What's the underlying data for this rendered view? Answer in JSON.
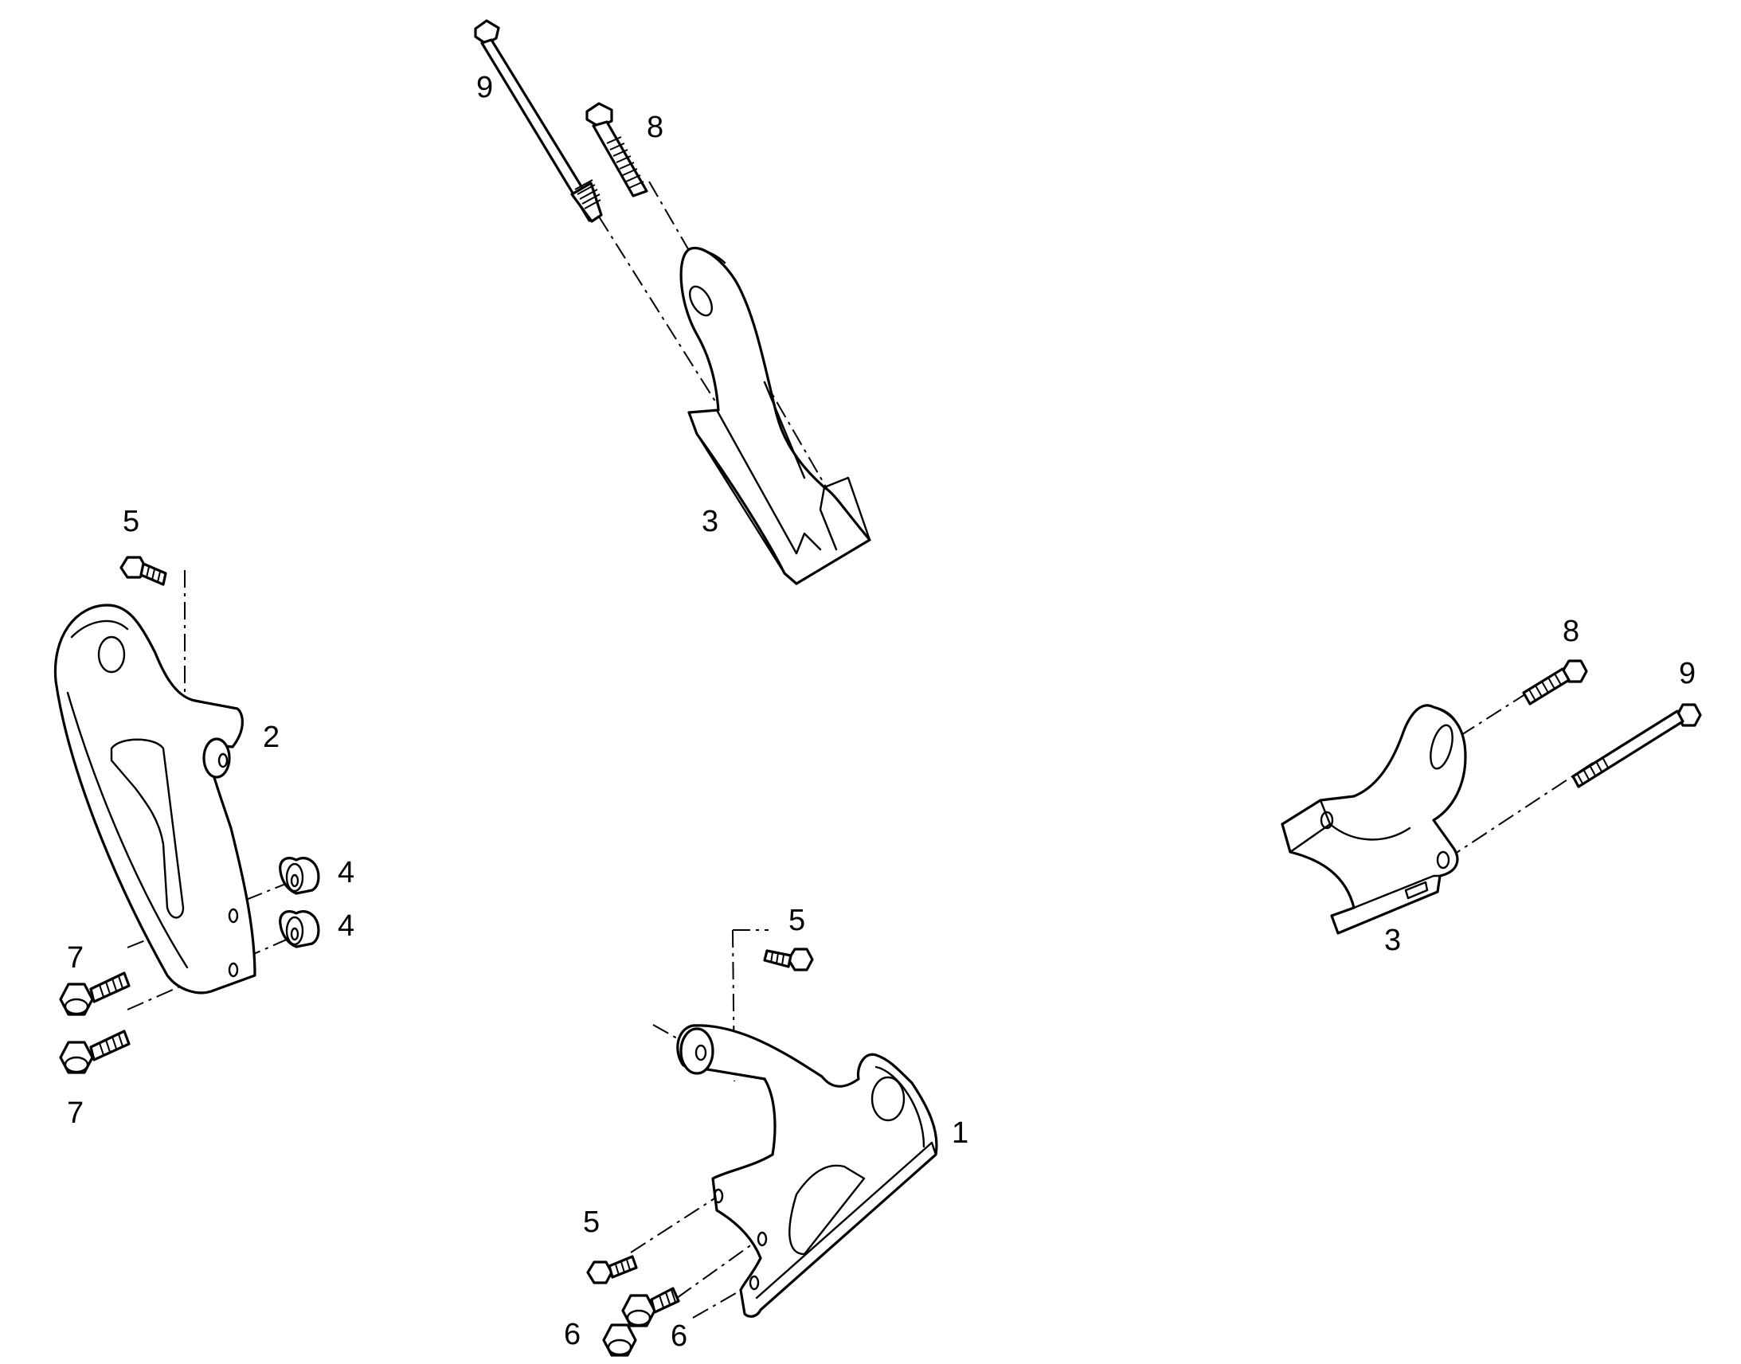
{
  "callouts": {
    "c1": "1",
    "c2": "2",
    "c3_top": "3",
    "c3_right": "3",
    "c4_upper": "4",
    "c4_lower": "4",
    "c5_left": "5",
    "c5_mid_top": "5",
    "c5_mid_bottom": "5",
    "c6_left": "6",
    "c6_right": "6",
    "c7_upper": "7",
    "c7_lower": "7",
    "c8_top": "8",
    "c8_right": "8",
    "c9_top": "9",
    "c9_right": "9"
  },
  "colors": {
    "line": "#000000",
    "background": "#ffffff"
  }
}
